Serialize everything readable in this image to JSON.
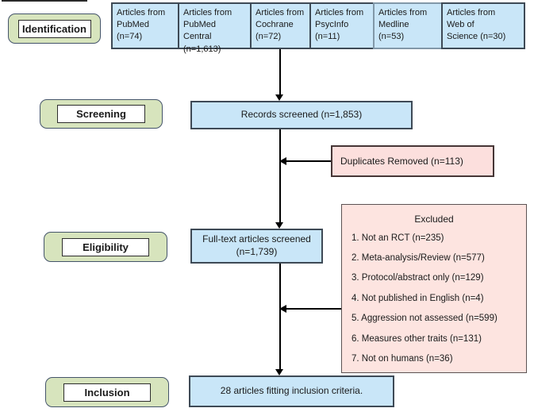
{
  "stages": [
    {
      "label": "Identification"
    },
    {
      "label": "Screening"
    },
    {
      "label": "Eligibility"
    },
    {
      "label": "Inclusion"
    }
  ],
  "sources": [
    {
      "text": "Articles from\nPubMed\n(n=74)"
    },
    {
      "text": "Articles from\nPubMed Central\n(n=1,613)"
    },
    {
      "text": "Articles from\nCochrane\n(n=72)"
    },
    {
      "text": "Articles from\nPsycInfo\n(n=11)"
    },
    {
      "text": "Articles from\nMedline\n(n=53)"
    },
    {
      "text": "Articles from\nWeb of\nScience (n=30)"
    }
  ],
  "flow": {
    "records_screened": "Records screened (n=1,853)",
    "duplicates_removed": "Duplicates Removed (n=113)",
    "fulltext_screened": "Full-text articles screened\n(n=1,739)",
    "included": "28 articles fitting inclusion criteria."
  },
  "excluded": {
    "title": "Excluded",
    "items": [
      "1. Not an RCT (n=235)",
      "2. Meta-analysis/Review (n=577)",
      "3. Protocol/abstract only (n=129)",
      "4. Not published in English (n=4)",
      "5. Aggression not assessed (n=599)",
      "6. Measures other traits (n=131)",
      "7. Not on humans (n=36)"
    ]
  },
  "colors": {
    "source_fill": "#c9e6f8",
    "source_border": "#3e4a56",
    "stage_fill": "#d7e4bd",
    "stage_border": "#44546a",
    "pink_fill": "#fcdfdd",
    "pink_border": "#463636",
    "arrow": "#000000"
  }
}
